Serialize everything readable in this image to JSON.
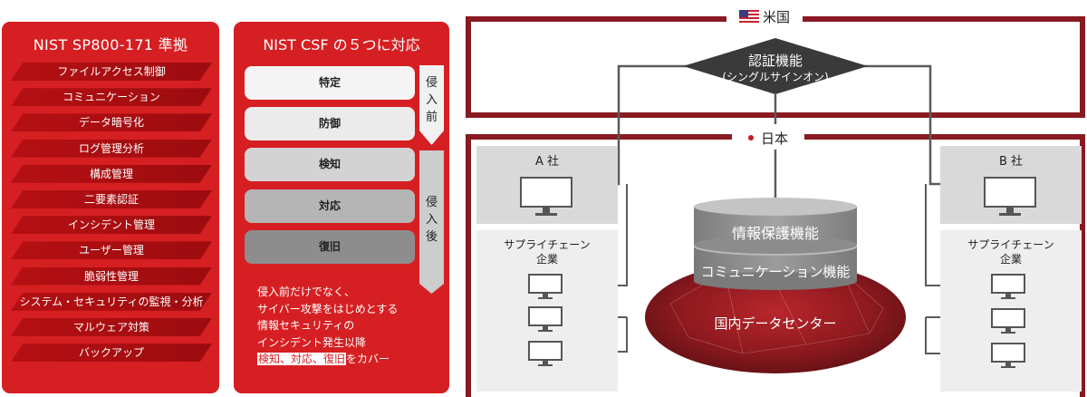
{
  "nist": {
    "title": "NIST SP800-171 準拠",
    "items": [
      "ファイルアクセス制御",
      "コミュニケーション",
      "データ暗号化",
      "ログ管理分析",
      "構成管理",
      "二要素認証",
      "インシデント管理",
      "ユーザー管理",
      "脆弱性管理",
      "システム・セキュリティの監視・分析",
      "マルウェア対策",
      "バックアップ"
    ]
  },
  "csf": {
    "title": "NIST CSF の５つに対応",
    "functions": [
      "特定",
      "防御",
      "検知",
      "対応",
      "復旧"
    ],
    "pre_label": [
      "侵",
      "入",
      "前"
    ],
    "post_label": [
      "侵",
      "入",
      "後"
    ],
    "note_lines": [
      "侵入前だけでなく、",
      "サイバー攻撃をはじめとする",
      "情報セキュリティの",
      "インシデント発生以降"
    ],
    "note_highlight": "検知、対応、復旧",
    "note_suffix": "をカバー"
  },
  "diagram": {
    "us_label": "米国",
    "jp_label": "日本",
    "auth_title": "認証機能",
    "auth_sub": "(シングルサインオン)",
    "company_a": "A 社",
    "company_b": "B 社",
    "supplier_label_line1": "サプライチェーン",
    "supplier_label_line2": "企業",
    "dc_layer1": "情報保護機能",
    "dc_layer2": "コミュニケーション機能",
    "dc_name": "国内データセンター"
  },
  "colors": {
    "panel_red": "#d61f22",
    "frame_maroon": "#8a1a22",
    "diamond": "#3a3a3a"
  }
}
